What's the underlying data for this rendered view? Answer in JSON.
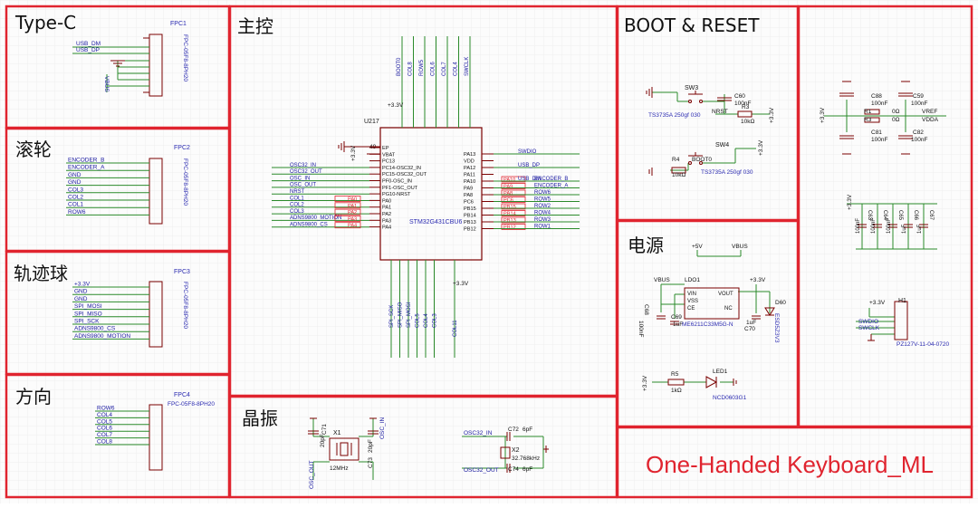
{
  "colors": {
    "frame": "#e0242f",
    "wire": "#2a8a2a",
    "pin": "#7a0000",
    "net": "#1a1aa0",
    "part": "#2a2ab0",
    "grid": "#eeeeee"
  },
  "sections": {
    "typec": "Type-C",
    "wheel": "滚轮",
    "ball": "轨迹球",
    "dir": "方向",
    "mcu": "主控",
    "boot": "BOOT & RESET",
    "power": "电源",
    "xtal": "晶振"
  },
  "brand": "One-Handed Keyboard_ML",
  "fpc1": {
    "ref": "FPC1",
    "part": "FPC-05F8-8PH20",
    "nets": [
      "USB_DM",
      "USB_DP",
      "VBUS"
    ]
  },
  "fpc2": {
    "ref": "FPC2",
    "part": "FPC-05F8-8PH20",
    "nets": [
      "ENCODER_B",
      "ENCODER_A",
      "GND",
      "GND",
      "COL3",
      "COL2",
      "COL1",
      "ROW6"
    ]
  },
  "fpc3": {
    "ref": "FPC3",
    "part": "FPC-05F8-8PH20",
    "nets": [
      "+3.3V",
      "GND",
      "GND",
      "SPI_MOSI",
      "SPI_MISO",
      "SPI_SCK",
      "ADNS9800_CS",
      "ADNS9800_MOTION"
    ]
  },
  "fpc4": {
    "ref": "FPC4",
    "part": "FPC-05F8-8PH20",
    "nets": [
      "ROW6",
      "COL4",
      "COL5",
      "COL6",
      "COL7",
      "COL8"
    ]
  },
  "mcu": {
    "ref": "U217",
    "part": "STM32G431CBU6",
    "left_nets": [
      "OSC32_IN",
      "OSC32_OUT",
      "OSC_IN",
      "OSC_OUT",
      "NRST",
      "COL1",
      "COL2",
      "COL3",
      "ADNS9800_MOTION",
      "ADNS9800_CS"
    ],
    "left_pins": [
      "EP",
      "VBAT",
      "PC13",
      "PC14-OSC32_IN",
      "PC15-OSC32_OUT",
      "PF0-OSC_IN",
      "PF1-OSC_OUT",
      "PG10-NRST",
      "PA0",
      "PA1",
      "PA2",
      "PA3",
      "PA4"
    ],
    "left_tags": [
      "PA0",
      "PA1",
      "PA2",
      "PA3",
      "PA4"
    ],
    "right_pins": [
      "PA13",
      "VDD",
      "PA12",
      "PA11",
      "PA10",
      "PA9",
      "PA8",
      "PC6",
      "PB15",
      "PB14",
      "PB13",
      "PB12"
    ],
    "right_tags": [
      "PA10",
      "PA9",
      "PA8",
      "PC6",
      "PB15",
      "PB14",
      "PB13",
      "PB12"
    ],
    "right_nets": [
      "SWDIO",
      "USB_DP",
      "USB_DM",
      "ENCODER_B",
      "ENCODER_A",
      "ROW6",
      "ROW5",
      "ROW2",
      "ROW4",
      "ROW3",
      "ROW1"
    ],
    "top_nets": [
      "BOOT0",
      "COL8",
      "ROW5",
      "COL6",
      "COL7",
      "COL4",
      "SWCLK"
    ],
    "bottom_nets": [
      "SPI_SCK",
      "SPI_MISO",
      "SPI_MOSI",
      "COL5",
      "COL4",
      "COL3",
      "COL11"
    ],
    "vcc": "+3.3V",
    "pin49": "49"
  },
  "boot": {
    "sw3": "SW3",
    "sw3_part": "TS3735A 250gf 030",
    "nrst": "NRST",
    "c60": "C60",
    "c60_val": "100nF",
    "r3": "R3",
    "r3_val": "10kΩ",
    "vcc": "+3.3V",
    "sw4": "SW4",
    "sw4_part": "TS3735A 250gf 030",
    "r4": "R4",
    "r4_val": "10kΩ",
    "boot0": "BOOT0"
  },
  "decap": {
    "c88": "C88",
    "c88_val": "100nF",
    "c59": "C59",
    "c59_val": "100nF",
    "r1": "R1",
    "r1_val": "0Ω",
    "r3": "R3",
    "r3_val": "0Ω",
    "c81": "C81",
    "c81_val": "100nF",
    "c82": "C82",
    "c82_val": "100nF",
    "vref": "VREF",
    "vdda": "VDDA",
    "vcc": "+3.3V",
    "caps": [
      "C63",
      "C64",
      "C65",
      "C66",
      "C67"
    ],
    "cap_vals": [
      "100nF",
      "100nF",
      "100nF",
      "1uF",
      "1uF"
    ]
  },
  "power": {
    "plus5": "+5V",
    "vbus": "VBUS",
    "ldo": "LDO1",
    "ldo_part": "ME6211C33M5G-N",
    "vin": "VIN",
    "vss": "VSS",
    "ce": "CE",
    "vout": "VOUT",
    "nc": "NC",
    "c69": "C69",
    "c69_val": "1uF",
    "c70": "C70",
    "c70_val": "1uF",
    "c68": "C68",
    "c68_val": "100nF",
    "d60": "D60",
    "d60_part": "ESD5Z3V3",
    "vcc": "+3.3V",
    "r5": "R5",
    "r5_val": "1kΩ",
    "led": "LED1",
    "led_part": "NCD0603G1"
  },
  "header": {
    "ref": "H1",
    "part": "PZ127V-11-04-0720",
    "vcc": "+3.3V",
    "nets": [
      "SWDIO",
      "SWCLK"
    ]
  },
  "xtal": {
    "x1": "X1",
    "x1_val": "12MHz",
    "c71": "C71",
    "c71_val": "20pF",
    "c73": "C73",
    "c73_val": "20pF",
    "osc_in": "OSC_IN",
    "osc_out": "OSC_OUT",
    "x2": "X2",
    "x2_val": "32.768kHz",
    "c72": "C72",
    "c72_val": "6pF",
    "c74": "C74",
    "c74_val": "6pF",
    "osc32_in": "OSC32_IN",
    "osc32_out": "OSC32_OUT"
  }
}
